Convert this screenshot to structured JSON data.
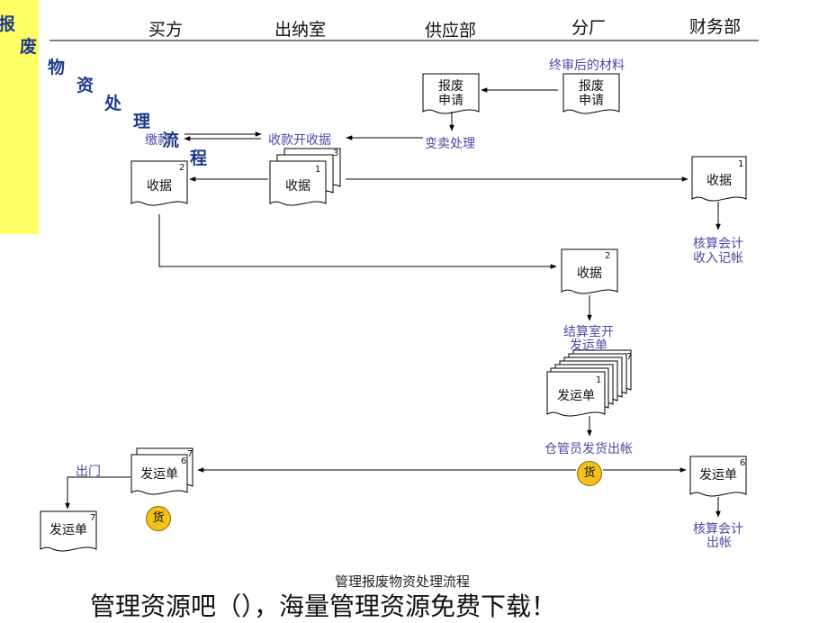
{
  "side_title": [
    "报",
    "废",
    "物",
    "资",
    "处",
    "理",
    "流",
    "程"
  ],
  "columns": [
    "买方",
    "出纳室",
    "供应部",
    "分厂",
    "财务部"
  ],
  "notes": {
    "final_material": "终审后的材料",
    "sale": "变卖处理",
    "pay": "缴款",
    "receipt_issue": "收款开收据",
    "acct_income_1": "核算会计",
    "acct_income_2": "收入记帐",
    "settle_1": "结算室开",
    "settle_2": "发运单",
    "warehouse": "仓管员发货出帐",
    "exit": "出门",
    "acct_out_1": "核算会计",
    "acct_out_2": "出帐"
  },
  "docs": {
    "scrap_req_a_1": "报废",
    "scrap_req_a_2": "申请",
    "scrap_req_b_1": "报废",
    "scrap_req_b_2": "申请",
    "receipt": "收据",
    "shipping": "发运单"
  },
  "numbers": {
    "receipt_buyer": "2",
    "receipt_cashier_top": "3",
    "receipt_cashier_front": "1",
    "receipt_finance": "1",
    "receipt_factory": "2",
    "ship_stack_top": "7",
    "ship_stack_front": "1",
    "ship_buyer_back": "7",
    "ship_buyer_front": "6",
    "ship_exit": "7",
    "ship_finance": "6"
  },
  "coin_label": "货",
  "caption": "管理报废物资处理流程",
  "banner": "管理资源吧（），海量管理资源免费下载！"
}
